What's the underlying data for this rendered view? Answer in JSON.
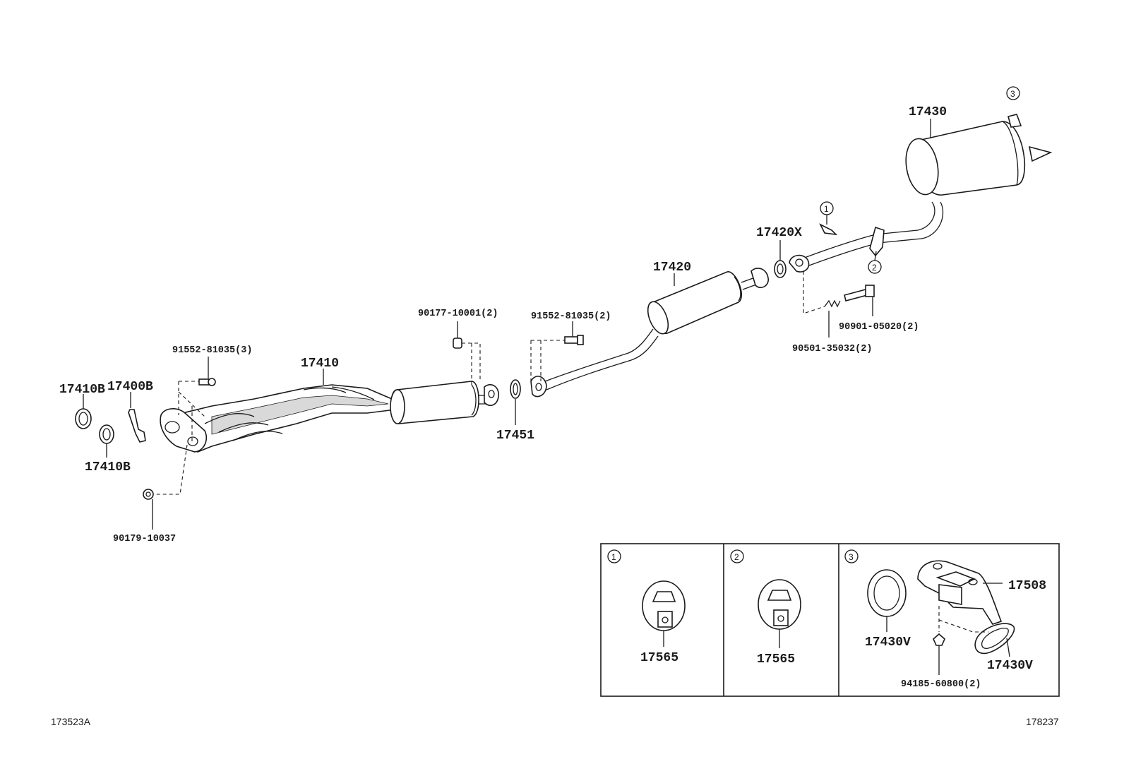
{
  "diagram": {
    "corner_left": "173523A",
    "corner_right": "178237",
    "parts": {
      "p17410B_top": "17410B",
      "p17400B": "17400B",
      "p17410B_bottom": "17410B",
      "p91552_3": "91552-81035(3)",
      "p17410": "17410",
      "p90179": "90179-10037",
      "p90177": "90177-10001(2)",
      "p91552_2": "91552-81035(2)",
      "p17451": "17451",
      "p17420": "17420",
      "p17420X": "17420X",
      "p90501": "90501-35032(2)",
      "p90901": "90901-05020(2)",
      "p17430": "17430"
    },
    "callouts": {
      "c1": "1",
      "c2": "2",
      "c3": "3"
    },
    "detail_boxes": {
      "box1": {
        "index": "1",
        "label": "17565"
      },
      "box2": {
        "index": "2",
        "label": "17565"
      },
      "box3": {
        "index": "3",
        "label_bracket": "17508",
        "label_ring_left": "17430V",
        "label_ring_right": "17430V",
        "label_nut": "94185-60800(2)"
      }
    }
  }
}
